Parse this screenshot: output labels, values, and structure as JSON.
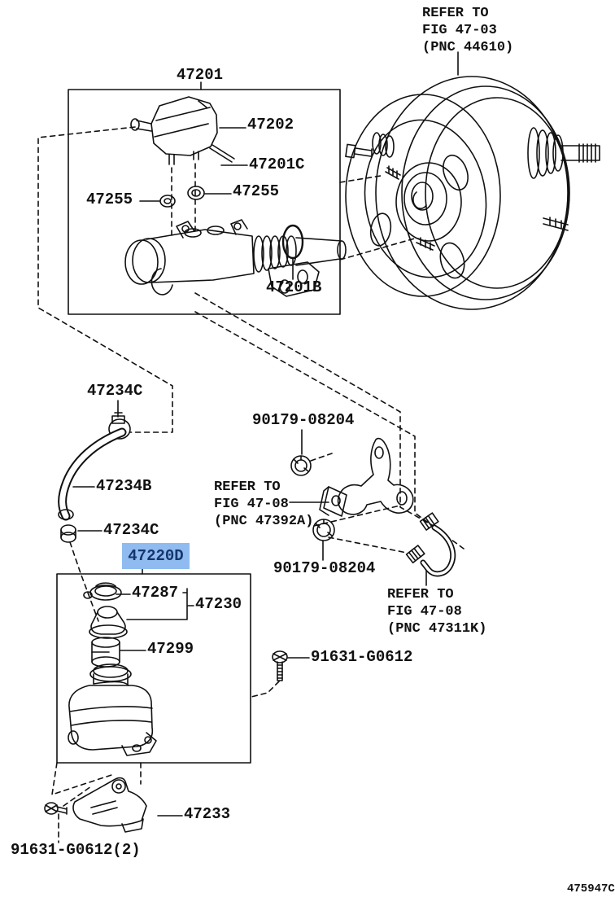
{
  "page": {
    "background": "#ffffff",
    "diagram_code": "475947C"
  },
  "colors": {
    "line": "#111111",
    "highlight_bg": "#8FBBF0",
    "highlight_text": "#15356E"
  },
  "notes": {
    "refer_44610": "REFER TO\nFIG 47-03\n(PNC 44610)",
    "refer_47392A": "REFER TO\nFIG 47-08\n(PNC 47392A)",
    "refer_47311K": "REFER TO\nFIG 47-08\n(PNC 47311K)"
  },
  "labels": {
    "l47201": "47201",
    "l47202": "47202",
    "l47201C": "47201C",
    "l47255_left": "47255",
    "l47255_right": "47255",
    "l47201B": "47201B",
    "l47234C_top": "47234C",
    "l47234B": "47234B",
    "l47234C_bottom": "47234C",
    "l47220D": "47220D",
    "l90179_top": "90179-08204",
    "l90179_bottom": "90179-08204",
    "l47287": "47287",
    "l47230": "47230",
    "l47299": "47299",
    "l91631": "91631-G0612",
    "l47233": "47233",
    "l91631_x2": "91631-G0612(2)"
  }
}
